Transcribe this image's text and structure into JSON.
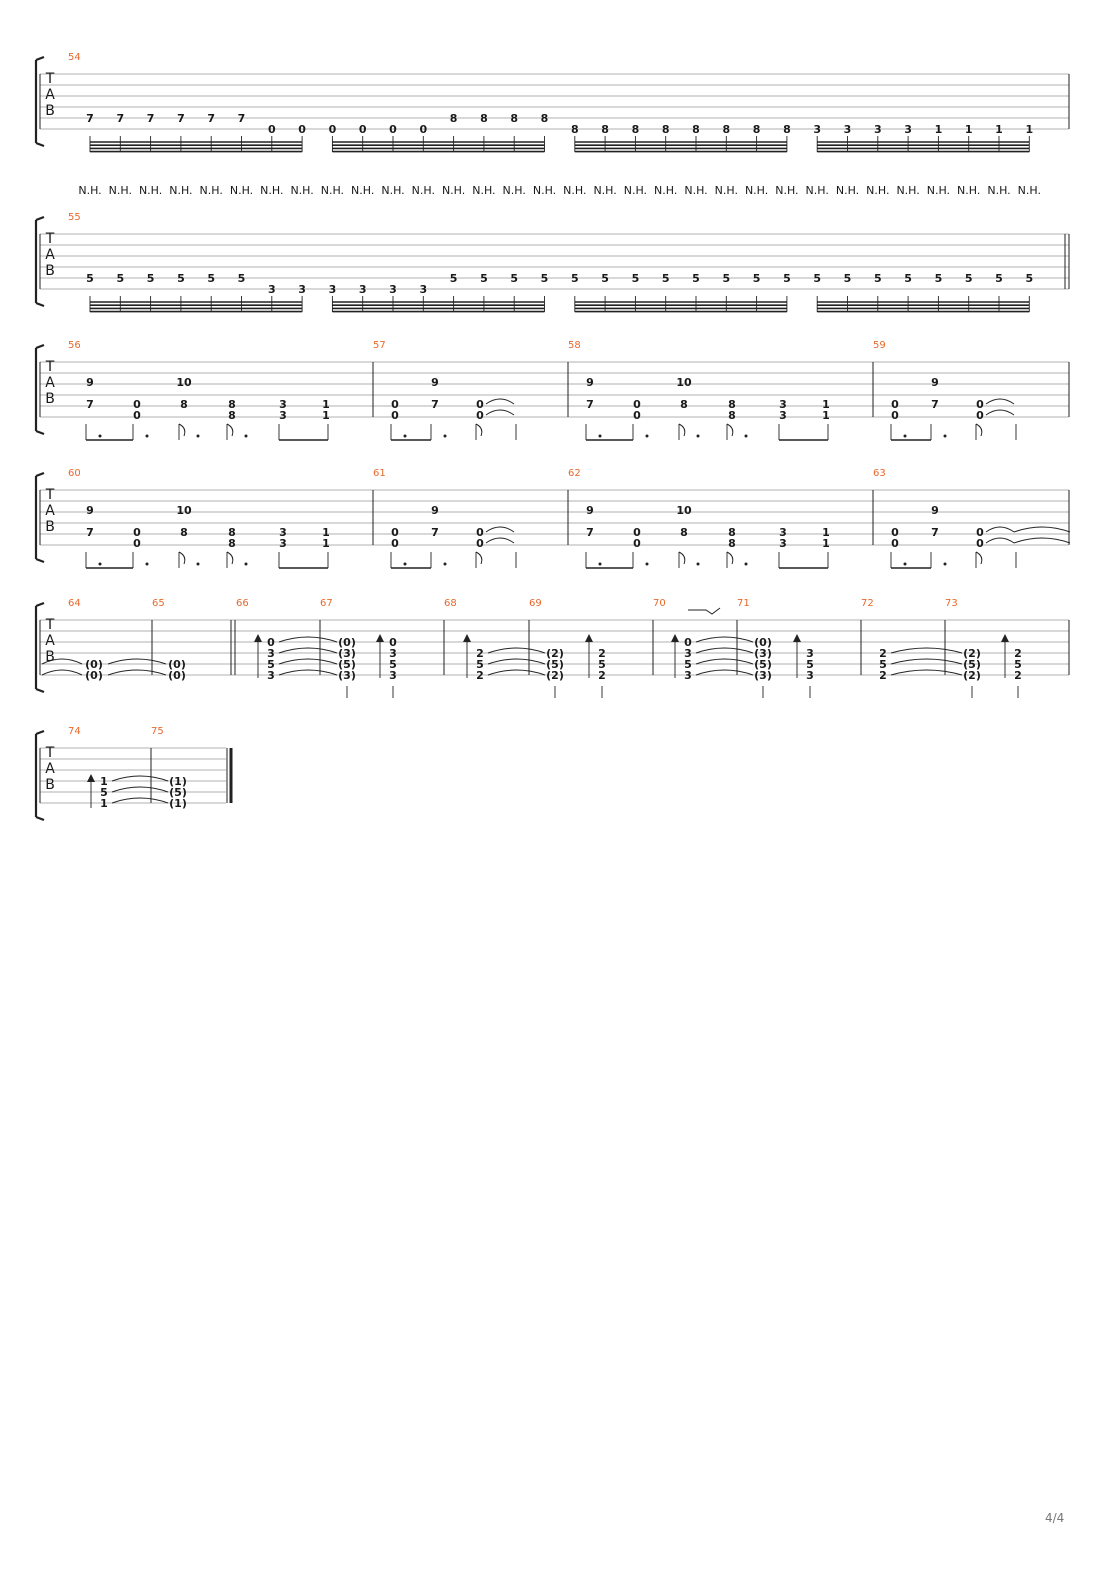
{
  "page_number": "4/4",
  "clef_letters": [
    "T",
    "A",
    "B"
  ],
  "harmonic_label": "N.H.",
  "systems": [
    {
      "measures": [
        "54"
      ],
      "notes": [
        [
          "7",
          "7",
          "7",
          "7",
          "7",
          "7",
          "0",
          "0"
        ],
        [
          "0",
          "0",
          "0",
          "0",
          "8",
          "8",
          "8",
          "8"
        ],
        [
          "8",
          "8",
          "8",
          "8",
          "8",
          "8",
          "8",
          "8"
        ],
        [
          "3",
          "3",
          "3",
          "3",
          "1",
          "1",
          "1",
          "1"
        ]
      ]
    },
    {
      "measures": [
        "55"
      ],
      "notes": [
        [
          "5",
          "5",
          "5",
          "5",
          "5",
          "5",
          "3",
          "3"
        ],
        [
          "3",
          "3",
          "3",
          "3",
          "5",
          "5",
          "5",
          "5"
        ],
        [
          "5",
          "5",
          "5",
          "5",
          "5",
          "5",
          "5",
          "5"
        ],
        [
          "5",
          "5",
          "5",
          "5",
          "5",
          "5",
          "5",
          "5"
        ]
      ]
    },
    {
      "measures": [
        "56",
        "57",
        "58",
        "59"
      ],
      "pattern_a": {
        "top": [
          "9",
          "10"
        ],
        "low": [
          "7",
          "0",
          "8",
          "8",
          "3",
          "1"
        ],
        "low2": [
          "0",
          "8",
          "3",
          "1"
        ]
      },
      "pattern_b": {
        "top": [
          "9"
        ],
        "low": [
          "0",
          "7",
          "0"
        ],
        "low2": [
          "0",
          "0"
        ]
      }
    },
    {
      "measures": [
        "60",
        "61",
        "62",
        "63"
      ],
      "pattern_a": {
        "top": [
          "9",
          "10"
        ],
        "low": [
          "7",
          "0",
          "8",
          "8",
          "3",
          "1"
        ],
        "low2": [
          "0",
          "8",
          "3",
          "1"
        ]
      },
      "pattern_b": {
        "top": [
          "9"
        ],
        "low": [
          "0",
          "7",
          "0"
        ],
        "low2": [
          "0",
          "0"
        ]
      }
    },
    {
      "measures": [
        "64",
        "65",
        "66",
        "67",
        "68",
        "69",
        "70",
        "71",
        "72",
        "73"
      ],
      "tied_open": "(0)",
      "chord_a": [
        "0",
        "3",
        "5",
        "3"
      ],
      "chord_a_tied": [
        "(0)",
        "(3)",
        "(5)",
        "(3)"
      ],
      "chord_b": [
        "2",
        "5",
        "2"
      ],
      "chord_b_tied": [
        "(2)",
        "(5)",
        "(2)"
      ],
      "chord_c": [
        "3",
        "5",
        "3"
      ]
    },
    {
      "measures": [
        "74",
        "75"
      ],
      "chord": [
        "1",
        "5",
        "1"
      ],
      "chord_tied": [
        "(1)",
        "(5)",
        "(1)"
      ]
    }
  ]
}
